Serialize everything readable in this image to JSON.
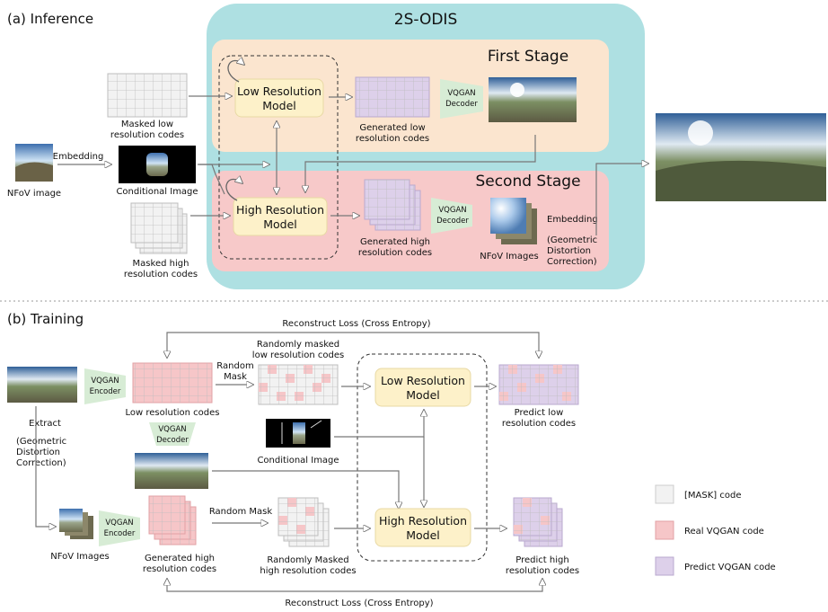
{
  "inference": {
    "section_title": "(a) Inference",
    "system_title": "2S-ODIS",
    "first_stage": "First Stage",
    "second_stage": "Second Stage",
    "nfov_image": "NFoV image",
    "embedding": "Embedding",
    "conditional_image": "Conditional Image",
    "masked_low_1": "Masked low",
    "masked_low_2": "resolution codes",
    "masked_high_1": "Masked high",
    "masked_high_2": "resolution codes",
    "low_model_1": "Low Resolution",
    "low_model_2": "Model",
    "high_model_1": "High Resolution",
    "high_model_2": "Model",
    "gen_low_1": "Generated low",
    "gen_low_2": "resolution codes",
    "gen_high_1": "Generated high",
    "gen_high_2": "resolution codes",
    "vqgan_1": "VQGAN",
    "decoder": "Decoder",
    "nfov_images": "NFoV Images",
    "embedding2": "Embedding",
    "geo_1": "(Geometric",
    "geo_2": "Distortion",
    "geo_3": "Correction)"
  },
  "training": {
    "section_title": "(b) Training",
    "reconstruct_top": "Reconstruct Loss (Cross Entropy)",
    "reconstruct_bottom": "Reconstruct Loss (Cross Entropy)",
    "vqgan": "VQGAN",
    "encoder": "Encoder",
    "decoder": "Decoder",
    "low_codes": "Low resolution codes",
    "random": "Random",
    "mask": "Mask",
    "random_mask": "Random Mask",
    "rand_low_1": "Randomly masked",
    "rand_low_2": "low resolution codes",
    "rand_high_1": "Randomly Masked",
    "rand_high_2": "high resolution codes",
    "low_model_1": "Low Resolution",
    "low_model_2": "Model",
    "high_model_1": "High Resolution",
    "high_model_2": "Model",
    "pred_low_1": "Predict low",
    "pred_low_2": "resolution codes",
    "pred_high_1": "Predict high",
    "pred_high_2": "resolution codes",
    "extract": "Extract",
    "geo_1": "(Geometric",
    "geo_2": "Distortion",
    "geo_3": "Correction)",
    "conditional_image": "Conditional Image",
    "nfov_images": "NFoV Images",
    "gen_high_1": "Generated high",
    "gen_high_2": "resolution codes"
  },
  "legend": {
    "mask_code": "[MASK] code",
    "real_code": "Real VQGAN code",
    "predict_code": "Predict VQGAN code"
  },
  "colors": {
    "teal": "#aee0e2",
    "first_stage": "#fbe5cf",
    "second_stage": "#f7c9c9",
    "model_box": "#fdf1c9",
    "vqgan": "#d7ecd5",
    "mask_cell": "#f2f2f2",
    "real_cell": "#f6c6c8",
    "pred_cell": "#ddd0ea"
  }
}
